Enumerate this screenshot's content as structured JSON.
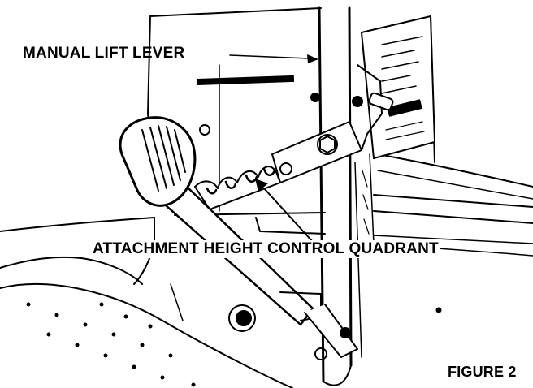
{
  "labels": {
    "lever": "MANUAL LIFT LEVER",
    "quadrant": "ATTACHMENT HEIGHT CONTROL QUADRANT",
    "figure": "FIGURE 2"
  },
  "colors": {
    "ink": "#000000",
    "paper": "#ffffff"
  }
}
